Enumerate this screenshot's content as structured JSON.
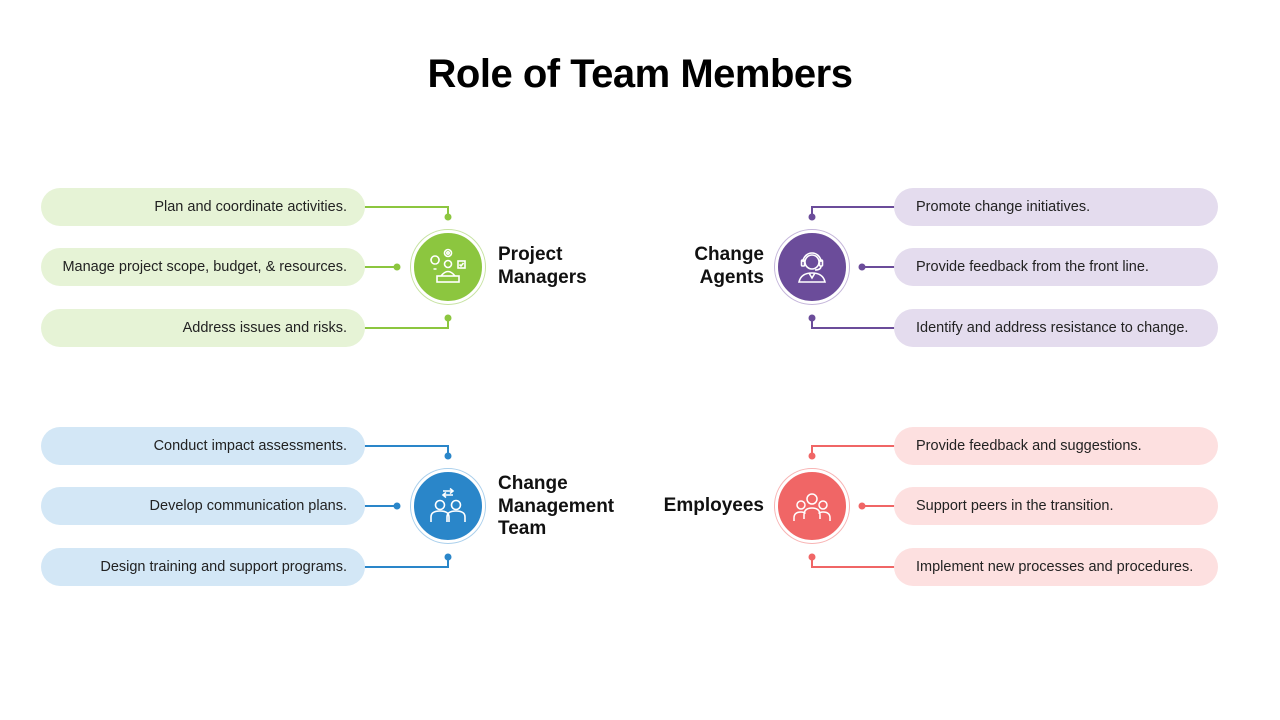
{
  "title": "Role of Team Members",
  "colors": {
    "green": "#8cc63f",
    "green_light": "#e6f3d6",
    "purple": "#6b4c9a",
    "purple_light": "#e4dcee",
    "blue": "#2a86c9",
    "blue_light": "#d3e7f6",
    "red": "#f06666",
    "red_light": "#fde0e0"
  },
  "groups": [
    {
      "name_lines": [
        "Project",
        "Managers"
      ],
      "icon": "manager-desk-icon",
      "items": [
        "Plan and coordinate activities.",
        "Manage project scope, budget, & resources.",
        "Address issues and risks."
      ]
    },
    {
      "name_lines": [
        "Change",
        "Agents"
      ],
      "icon": "headset-agent-icon",
      "items": [
        "Promote change initiatives.",
        "Provide feedback from the front line.",
        "Identify and address resistance to change."
      ]
    },
    {
      "name_lines": [
        "Change",
        "Management",
        "Team"
      ],
      "icon": "team-exchange-icon",
      "items": [
        "Conduct impact assessments.",
        "Develop communication plans.",
        "Design training and support programs."
      ]
    },
    {
      "name_lines": [
        "Employees"
      ],
      "icon": "people-group-icon",
      "items": [
        "Provide feedback and suggestions.",
        "Support peers in the transition.",
        "Implement new processes and procedures."
      ]
    }
  ]
}
